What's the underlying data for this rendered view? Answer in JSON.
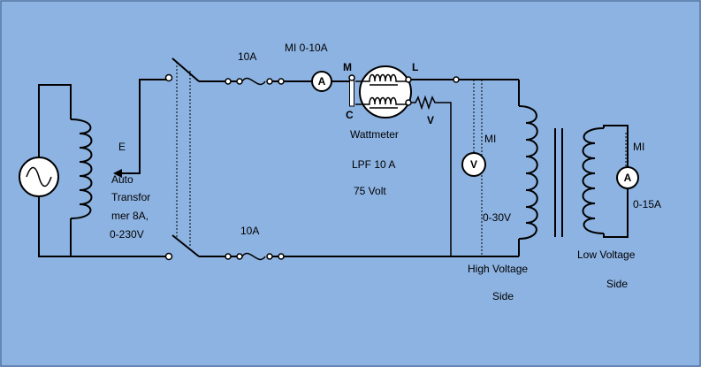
{
  "diagram": {
    "labels": {
      "fuse_top": "10A",
      "ammeter_spec": "MI 0-10A",
      "terminal_m": "M",
      "terminal_l": "L",
      "terminal_c": "C",
      "terminal_v": "V",
      "wattmeter_label": "Wattmeter",
      "lpf_rating": "LPF 10 A",
      "lpf_volt": "75 Volt",
      "e_label": "E",
      "auto_1": "Auto",
      "auto_2": "Transfor",
      "auto_3": "mer 8A,",
      "auto_4": "0-230V",
      "fuse_bottom": "10A",
      "mi_voltmeter": "MI",
      "range_hv": "0-30V",
      "hv_side_1": "High Voltage",
      "hv_side_2": "Side",
      "mi_lv": "MI",
      "range_lv": "0-15A",
      "lv_side_1": "Low Voltage",
      "lv_side_2": "Side",
      "ammeter_symbol": "A",
      "voltmeter_symbol": "V",
      "lv_ammeter_symbol": "A"
    }
  }
}
